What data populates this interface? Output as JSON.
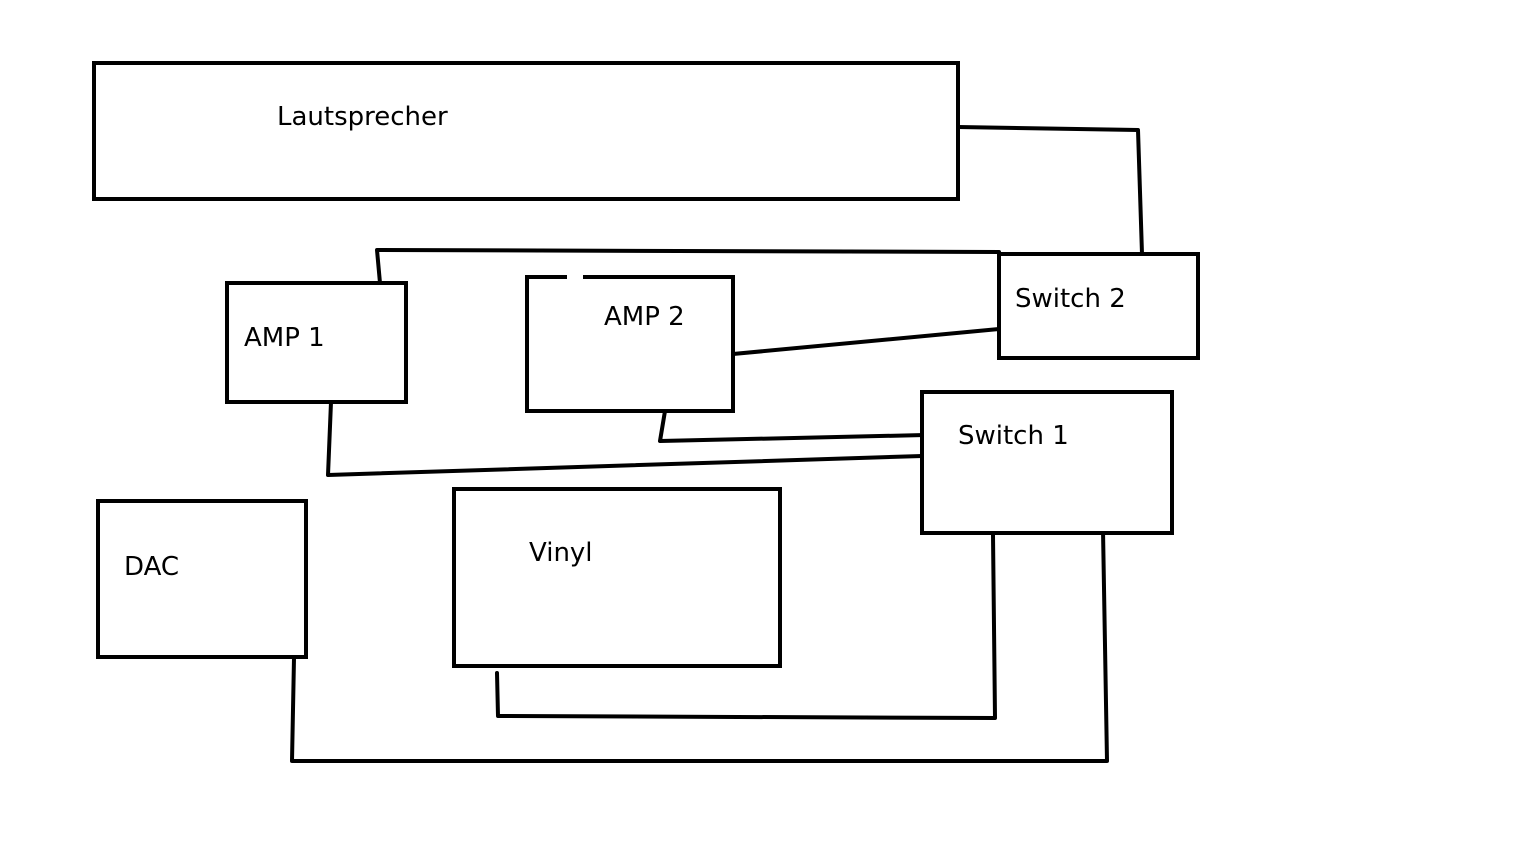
{
  "diagram": {
    "nodes": {
      "lautsprecher": "Lautsprecher",
      "amp1": "AMP 1",
      "amp2": "AMP 2",
      "switch2": "Switch 2",
      "switch1": "Switch 1",
      "dac": "DAC",
      "vinyl": "Vinyl"
    },
    "edges": [
      {
        "from": "Lautsprecher",
        "to": "Switch 2"
      },
      {
        "from": "Switch 2",
        "to": "AMP 1"
      },
      {
        "from": "Switch 2",
        "to": "AMP 2"
      },
      {
        "from": "AMP 2",
        "to": "Switch 1"
      },
      {
        "from": "AMP 1",
        "to": "Switch 1"
      },
      {
        "from": "Switch 1",
        "to": "Vinyl"
      },
      {
        "from": "Switch 1",
        "to": "DAC"
      }
    ]
  }
}
